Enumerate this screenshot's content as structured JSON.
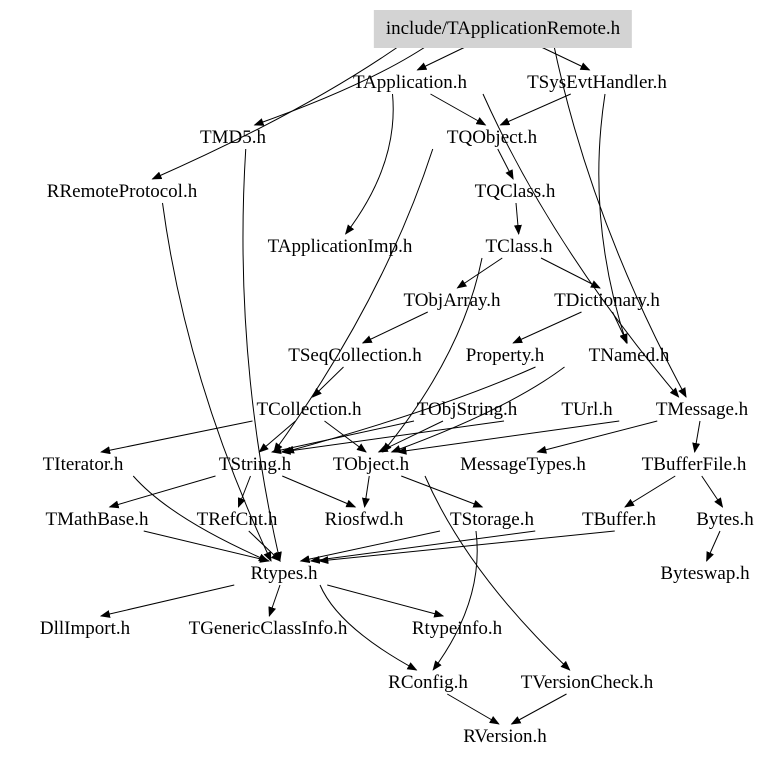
{
  "nodes": {
    "remote": "include/TApplicationRemote.h",
    "tapp": "TApplication.h",
    "tsys": "TSysEvtHandler.h",
    "tmd5": "TMD5.h",
    "tqobj": "TQObject.h",
    "rrp": "RRemoteProtocol.h",
    "tqclass": "TQClass.h",
    "tappimp": "TApplicationImp.h",
    "tclass": "TClass.h",
    "tobjarr": "TObjArray.h",
    "tdict": "TDictionary.h",
    "tseq": "TSeqCollection.h",
    "prop": "Property.h",
    "tnamed": "TNamed.h",
    "tcoll": "TCollection.h",
    "tobjstr": "TObjString.h",
    "turl": "TUrl.h",
    "tmsg": "TMessage.h",
    "titer": "TIterator.h",
    "tstring": "TString.h",
    "tobject": "TObject.h",
    "msgtypes": "MessageTypes.h",
    "tbuffile": "TBufferFile.h",
    "tmath": "TMathBase.h",
    "trefcnt": "TRefCnt.h",
    "riosfwd": "Riosfwd.h",
    "tstorage": "TStorage.h",
    "tbuffer": "TBuffer.h",
    "bytes": "Bytes.h",
    "rtypes": "Rtypes.h",
    "byteswap": "Byteswap.h",
    "dllimport": "DllImport.h",
    "tgci": "TGenericClassInfo.h",
    "rtypeinfo": "Rtypeinfo.h",
    "rconfig": "RConfig.h",
    "tvc": "TVersionCheck.h",
    "rversion": "RVersion.h"
  },
  "edges": [
    [
      "remote",
      "tapp"
    ],
    [
      "remote",
      "tsys"
    ],
    [
      "remote",
      "tmd5"
    ],
    [
      "remote",
      "rrp"
    ],
    [
      "remote",
      "tmsg"
    ],
    [
      "tapp",
      "tqobj"
    ],
    [
      "tapp",
      "tappimp"
    ],
    [
      "tapp",
      "tmsg"
    ],
    [
      "tsys",
      "tqobj"
    ],
    [
      "tsys",
      "tnamed"
    ],
    [
      "tqobj",
      "tqclass"
    ],
    [
      "tqobj",
      "tstring"
    ],
    [
      "tqclass",
      "tclass"
    ],
    [
      "tclass",
      "tobjarr"
    ],
    [
      "tclass",
      "tdict"
    ],
    [
      "tclass",
      "tobject"
    ],
    [
      "tobjarr",
      "tseq"
    ],
    [
      "tdict",
      "prop"
    ],
    [
      "tdict",
      "tnamed"
    ],
    [
      "tseq",
      "tcoll"
    ],
    [
      "tnamed",
      "tobject"
    ],
    [
      "tnamed",
      "tstring"
    ],
    [
      "tcoll",
      "titer"
    ],
    [
      "tcoll",
      "tstring"
    ],
    [
      "tcoll",
      "tobject"
    ],
    [
      "tobjstr",
      "tobject"
    ],
    [
      "tobjstr",
      "tstring"
    ],
    [
      "turl",
      "tstring"
    ],
    [
      "tmsg",
      "tbuffile"
    ],
    [
      "tmsg",
      "msgtypes"
    ],
    [
      "tmsg",
      "tobject"
    ],
    [
      "tstring",
      "tmath"
    ],
    [
      "tstring",
      "trefcnt"
    ],
    [
      "tstring",
      "riosfwd"
    ],
    [
      "tobject",
      "riosfwd"
    ],
    [
      "tobject",
      "tstorage"
    ],
    [
      "tobject",
      "tvc"
    ],
    [
      "tbuffile",
      "tbuffer"
    ],
    [
      "tbuffile",
      "bytes"
    ],
    [
      "bytes",
      "byteswap"
    ],
    [
      "bytes",
      "rtypes"
    ],
    [
      "tmath",
      "rtypes"
    ],
    [
      "trefcnt",
      "rtypes"
    ],
    [
      "titer",
      "rtypes"
    ],
    [
      "tstorage",
      "rtypes"
    ],
    [
      "tstorage",
      "rconfig"
    ],
    [
      "tbuffer",
      "rtypes"
    ],
    [
      "rrp",
      "rtypes"
    ],
    [
      "tmd5",
      "rtypes"
    ],
    [
      "rtypes",
      "dllimport"
    ],
    [
      "rtypes",
      "tgci"
    ],
    [
      "rtypes",
      "rtypeinfo"
    ],
    [
      "rtypes",
      "rconfig"
    ],
    [
      "rconfig",
      "rversion"
    ],
    [
      "tvc",
      "rversion"
    ]
  ]
}
